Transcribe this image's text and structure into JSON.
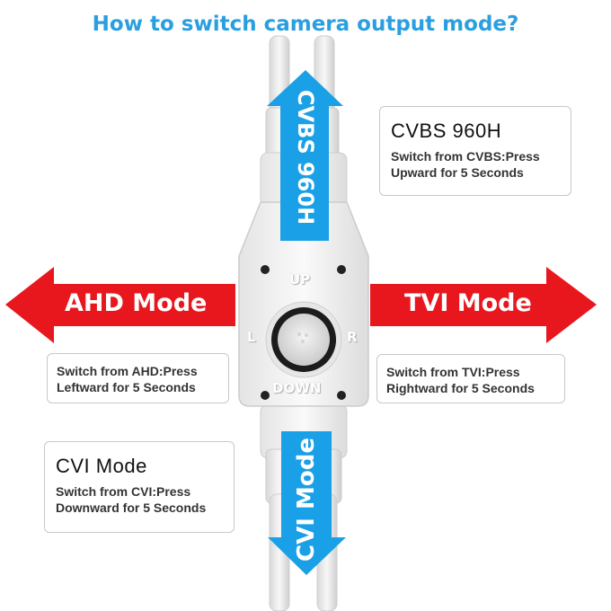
{
  "title": "How to switch camera output mode?",
  "arrows": {
    "up": "CVBS 960H",
    "left": "AHD Mode",
    "right": "TVI Mode",
    "down": "CVI Mode"
  },
  "joystick": {
    "up": "UP",
    "down": "DOWN",
    "left": "L",
    "right": "R"
  },
  "boxes": {
    "cvbs": {
      "title": "CVBS 960H",
      "line1": "Switch from CVBS:Press",
      "line2": "Upward for 5 Seconds"
    },
    "ahd": {
      "line1": "Switch from AHD:Press",
      "line2": "Leftward for 5 Seconds"
    },
    "tvi": {
      "line1": "Switch from TVI:Press",
      "line2": "Rightward for 5 Seconds"
    },
    "cvi": {
      "title": "CVI Mode",
      "line1": "Switch from CVI:Press",
      "line2": "Downward for 5 Seconds"
    }
  },
  "colors": {
    "title": "#2a9fe0",
    "red_arrow": "#e8171d",
    "blue_arrow": "#1aa0e6"
  }
}
